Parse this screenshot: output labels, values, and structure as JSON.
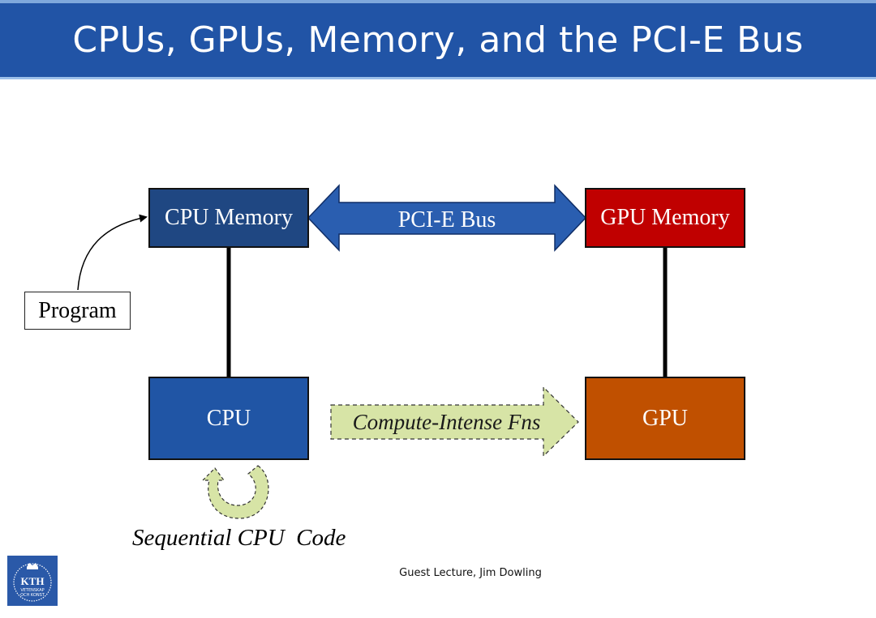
{
  "slide": {
    "title": "CPUs, GPUs, Memory, and the PCI-E Bus",
    "footer": "Guest Lecture, Jim Dowling"
  },
  "diagram": {
    "boxes": {
      "cpu_memory": "CPU Memory",
      "gpu_memory": "GPU Memory",
      "cpu": "CPU",
      "gpu": "GPU",
      "program": "Program"
    },
    "arrows": {
      "pcie_bus": "PCI-E Bus",
      "compute_intense": "Compute-Intense Fns",
      "sequential": "Sequential CPU  Code"
    }
  },
  "logo": {
    "name": "KTH",
    "line1": "VETENSKAP",
    "line2": "OCH KONST"
  },
  "colors": {
    "title_bar": "#2154a6",
    "cpu_memory": "#1f4782",
    "gpu_memory": "#c00000",
    "cpu": "#2055a5",
    "gpu": "#c05000",
    "pcie_arrow": "#2a5eb0",
    "compute_arrow": "#d7e4a6"
  }
}
